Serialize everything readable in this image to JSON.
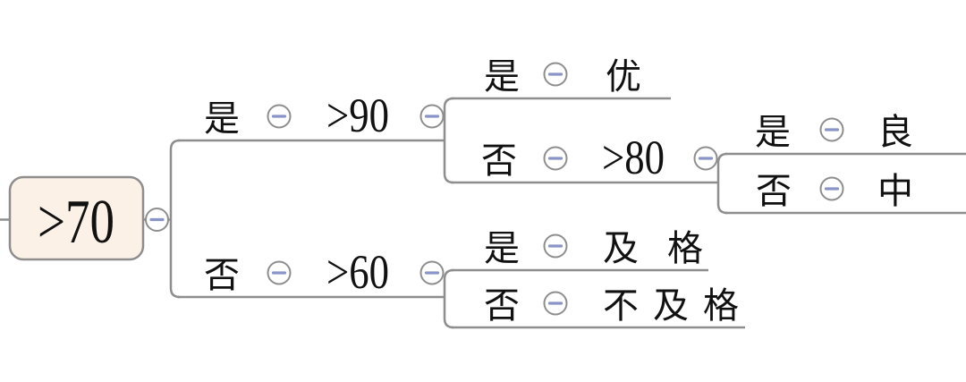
{
  "diagram_type": "mindmap-decision-tree",
  "colors": {
    "line": "#8e8e8e",
    "node_fill": "#fcf1e7",
    "minus": "#8a94c8",
    "text": "#111111",
    "background": "#ffffff"
  },
  "icons": {
    "collapse": "minus-in-circle"
  },
  "tree": {
    "label": ">70",
    "children": [
      {
        "label": "是",
        "children": [
          {
            "label": ">90",
            "children": [
              {
                "label": "是",
                "children": [
                  {
                    "label": "优"
                  }
                ]
              },
              {
                "label": "否",
                "children": [
                  {
                    "label": ">80",
                    "children": [
                      {
                        "label": "是",
                        "children": [
                          {
                            "label": "良"
                          }
                        ]
                      },
                      {
                        "label": "否",
                        "children": [
                          {
                            "label": "中"
                          }
                        ]
                      }
                    ]
                  }
                ]
              }
            ]
          }
        ]
      },
      {
        "label": "否",
        "children": [
          {
            "label": ">60",
            "children": [
              {
                "label": "是",
                "children": [
                  {
                    "label": "及格"
                  }
                ]
              },
              {
                "label": "否",
                "children": [
                  {
                    "label": "不及格"
                  }
                ]
              }
            ]
          }
        ]
      }
    ]
  }
}
